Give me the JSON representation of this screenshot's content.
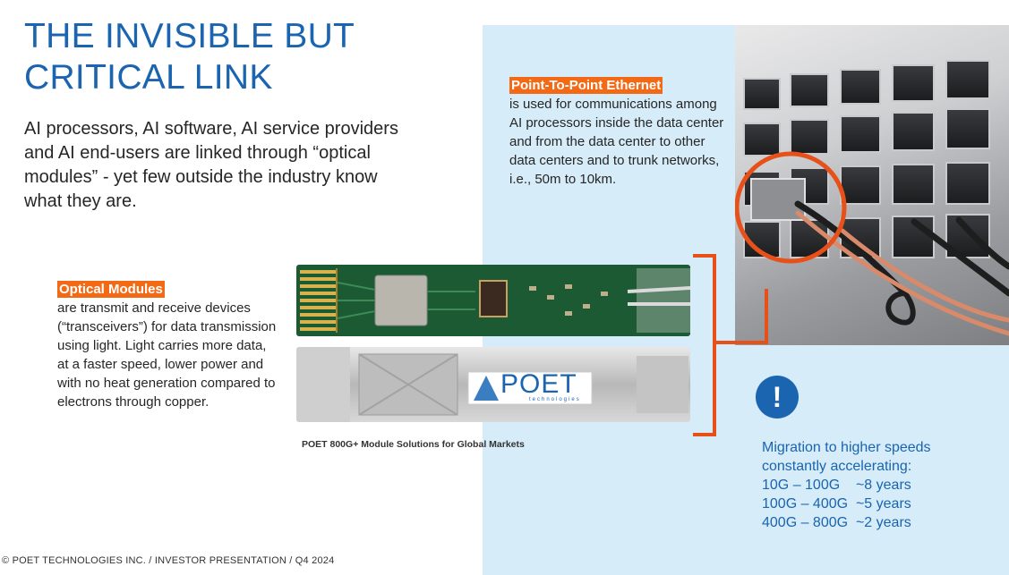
{
  "slide": {
    "title": "THE INVISIBLE BUT CRITICAL LINK",
    "intro": "AI processors, AI software, AI service providers and AI end-users are linked through “optical modules” - yet few outside the industry know what they are."
  },
  "point_to_point": {
    "heading": "Point-To-Point Ethernet",
    "body": "is used for communications among AI processors inside the data center and from the data center to other data centers and to trunk networks, i.e., 50m to 10km."
  },
  "optical_modules": {
    "heading": "Optical Modules",
    "body": "are transmit and receive devices (“transceivers”) for data transmission using light. Light carries more data, at a faster speed, lower power and with no heat generation compared to electrons through copper."
  },
  "module_image": {
    "caption": "POET 800G+ Module Solutions for Global Markets",
    "logo_text": "POET",
    "logo_sub": "technologies"
  },
  "migration": {
    "heading": "Migration to higher speeds constantly accelerating:",
    "rows": [
      "10G – 100G    ~8 years",
      "100G – 400G  ~5 years",
      "400G – 800G  ~2 years"
    ]
  },
  "alert_icon": {
    "glyph": "!"
  },
  "footer": {
    "copyright_symbol": "©",
    "text": "POET TECHNOLOGIES INC.  /  INVESTOR PRESENTATION  /  Q4  2024"
  },
  "colors": {
    "title_blue": "#1a64b0",
    "highlight_orange": "#f26a16",
    "panel_blue": "#d6ecf8",
    "bracket_orange": "#e8501a"
  }
}
